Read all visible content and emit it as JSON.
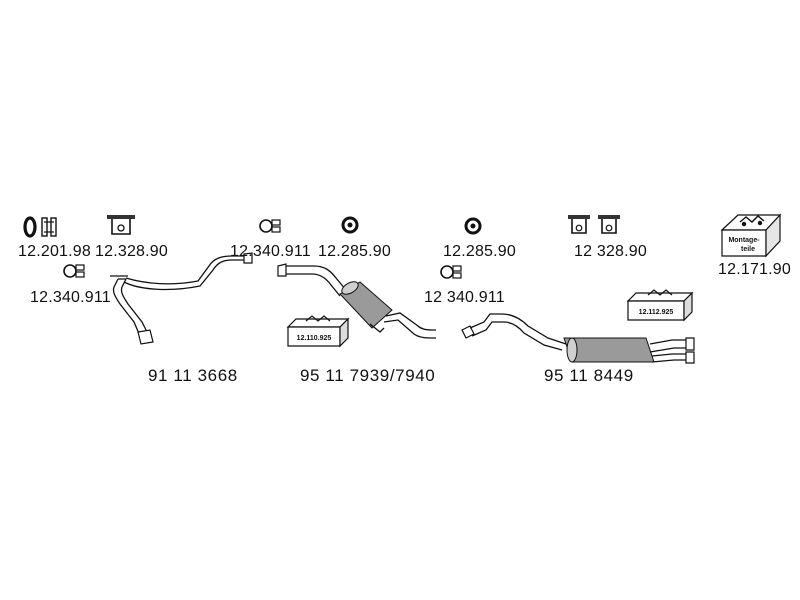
{
  "labels": {
    "oring_set": "12.201.98",
    "hanger_1": "12.328.90",
    "clamp_1": "12.340.911",
    "clamp_2": "12.340.911",
    "bush_1": "12.285.90",
    "bush_2": "12.285.90",
    "clamp_3": "12 340.911",
    "hanger_2": "12 328.90",
    "mount_kit": "12.171.90",
    "front_pipe": "91  11  3668",
    "middle_muffler": "95  11  7939/7940",
    "rear_muffler": "95  11  8449"
  },
  "box_labels": {
    "box_middle": "12.110.925",
    "box_rear": "12.112.925",
    "kit_line1": "Montage-",
    "kit_line2": "teile"
  }
}
